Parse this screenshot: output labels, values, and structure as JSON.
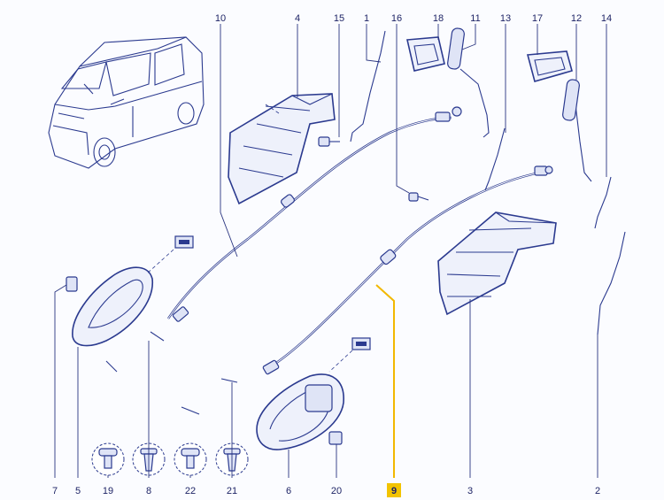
{
  "callouts": {
    "c1": "1",
    "c2": "2",
    "c3": "3",
    "c4": "4",
    "c5": "5",
    "c6": "6",
    "c7": "7",
    "c8": "8",
    "c9": "9",
    "c10": "10",
    "c11": "11",
    "c12": "12",
    "c13": "13",
    "c14": "14",
    "c15": "15",
    "c16": "16",
    "c17": "17",
    "c18": "18",
    "c19": "19",
    "c20": "20",
    "c21": "21",
    "c22": "22"
  },
  "highlighted_callout": "9",
  "colors": {
    "line": "#2b3a8f",
    "fill": "#eef1fb",
    "highlight": "#f2c300",
    "leader_highlight": "#f2b800"
  },
  "icons": [
    "van-illustration",
    "door-handle-part",
    "cable-part",
    "rod-part",
    "screw-part",
    "clip-part",
    "reference-tag-icon"
  ]
}
